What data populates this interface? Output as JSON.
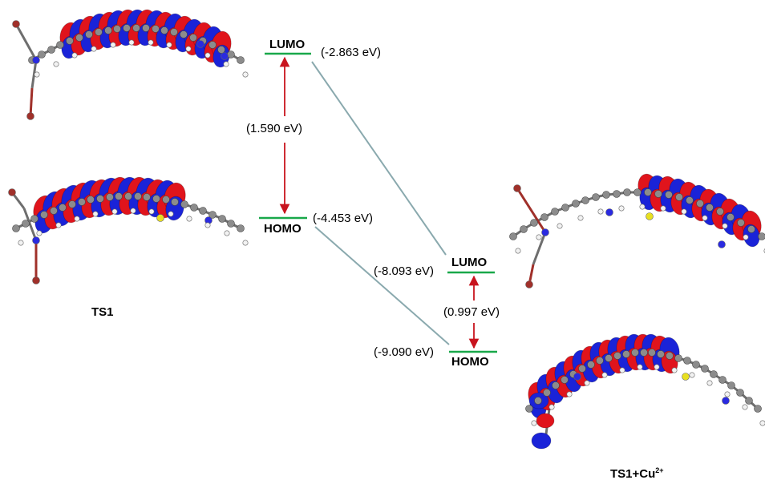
{
  "ts1": {
    "lumo_label": "LUMO",
    "homo_label": "HOMO",
    "lumo_energy": "(-2.863 eV)",
    "homo_energy": "(-4.453 eV)",
    "gap": "(1.590 eV)",
    "caption": "TS1"
  },
  "ts1_cu": {
    "lumo_label": "LUMO",
    "homo_label": "HOMO",
    "lumo_energy": "(-8.093 eV)",
    "homo_energy": "(-9.090 eV)",
    "gap": "(0.997 eV)",
    "caption_main": "TS1+Cu",
    "caption_sup": "2+"
  },
  "colors": {
    "level_line": "#19a84a",
    "gap_arrow": "#c8141e",
    "correlation_line": "#8aa9ae",
    "orbital_positive": "#e0141c",
    "orbital_negative": "#1a23d8",
    "carbon": "#8c8c8c",
    "hydrogen": "#f2f2f2",
    "nitrogen": "#2a2ae0",
    "sulfur": "#e8e020",
    "bromine": "#a0302a"
  }
}
